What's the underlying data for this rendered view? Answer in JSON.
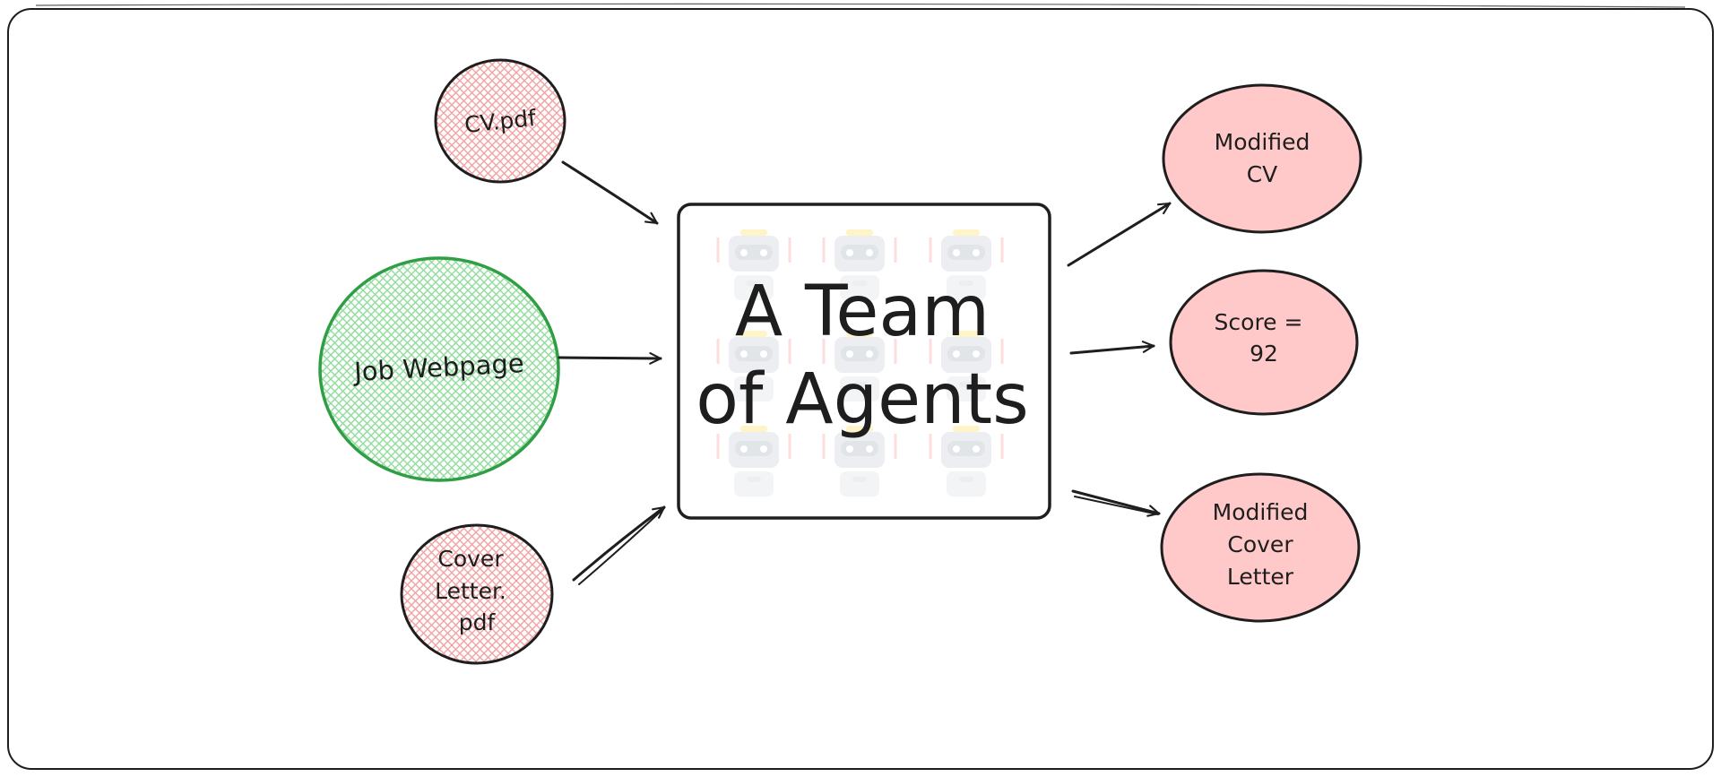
{
  "diagram": {
    "inputs": {
      "cv": {
        "label": "CV.pdf"
      },
      "job": {
        "label": "Job Webpage"
      },
      "cover": {
        "lines": [
          "Cover",
          "Letter.",
          "pdf"
        ]
      }
    },
    "center": {
      "lines": [
        "A Team",
        "of Agents"
      ]
    },
    "outputs": {
      "modified_cv": {
        "lines": [
          "Modified",
          "CV"
        ]
      },
      "score": {
        "lines": [
          "Score =",
          "92"
        ]
      },
      "modified_cover": {
        "lines": [
          "Modified",
          "Cover",
          "Letter"
        ]
      }
    },
    "colors": {
      "stroke": "#1e1e1e",
      "input_fill": "#ffc9c9",
      "job_fill": "#b2f2bb",
      "job_stroke": "#2f9e44",
      "output_fill": "#ffc9c9",
      "robot_watermark": "#e9ecef"
    }
  }
}
